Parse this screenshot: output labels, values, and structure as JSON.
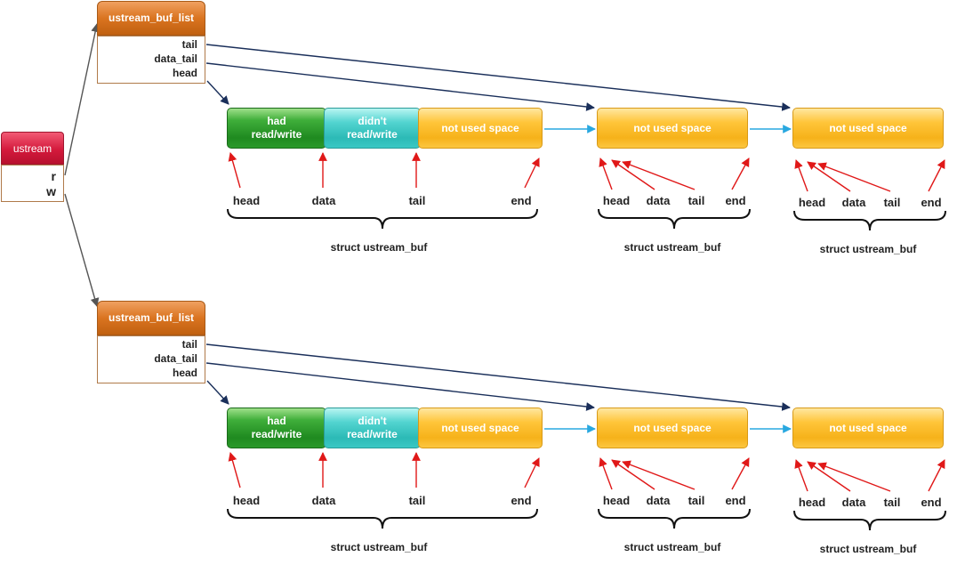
{
  "ustream": {
    "title": "ustream",
    "fields": [
      "r",
      "w"
    ]
  },
  "buf_list": {
    "title": "ustream_buf_list",
    "fields": [
      "tail",
      "data_tail",
      "head"
    ]
  },
  "buffer": {
    "segments": {
      "had": "had read/write",
      "didnt": "didn't read/write",
      "unused": "not used space"
    },
    "pointers_first": [
      "head",
      "data",
      "tail",
      "end"
    ],
    "pointers_other": [
      "head",
      "data",
      "tail",
      "end"
    ],
    "caption": "struct ustream_buf"
  },
  "colors": {
    "ustream_header": "#d41a3c",
    "buf_list_header": "#da7420",
    "segment_had": "#1f8a20",
    "segment_didnt": "#2cbab6",
    "segment_unused": "#f6b21a",
    "list_pointer_arrow": "#1a2f5a",
    "next_arrow": "#29a8e0",
    "field_arrow": "#e01818",
    "ustream_arrow": "#555555"
  }
}
